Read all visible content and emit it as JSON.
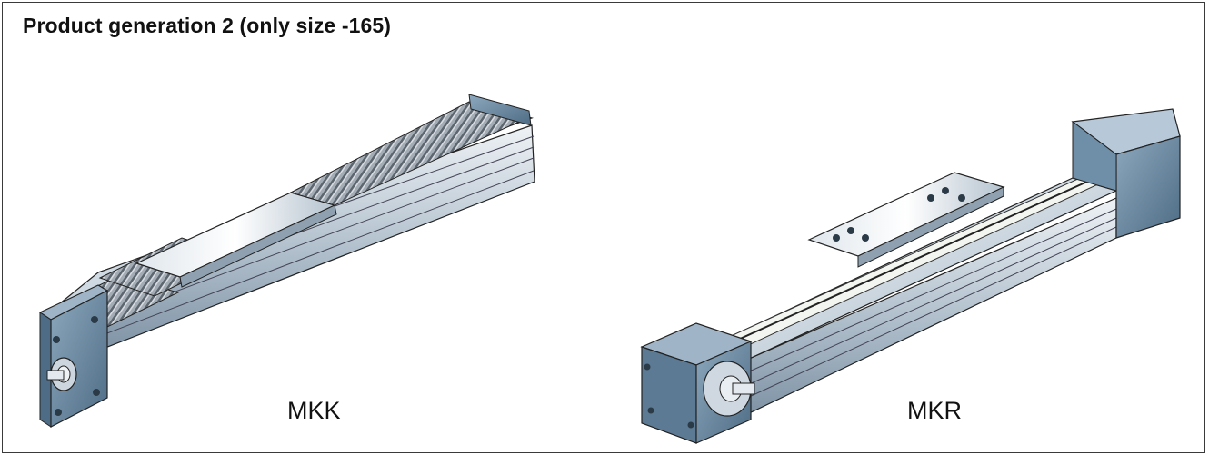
{
  "title": "Product generation 2 (only size -165)",
  "products": [
    {
      "label": "MKK"
    },
    {
      "label": "MKR"
    }
  ],
  "colors": {
    "housing": "#6f8ea8",
    "aluminium": "#c9d3dc",
    "frame": "#3a3a3a"
  }
}
